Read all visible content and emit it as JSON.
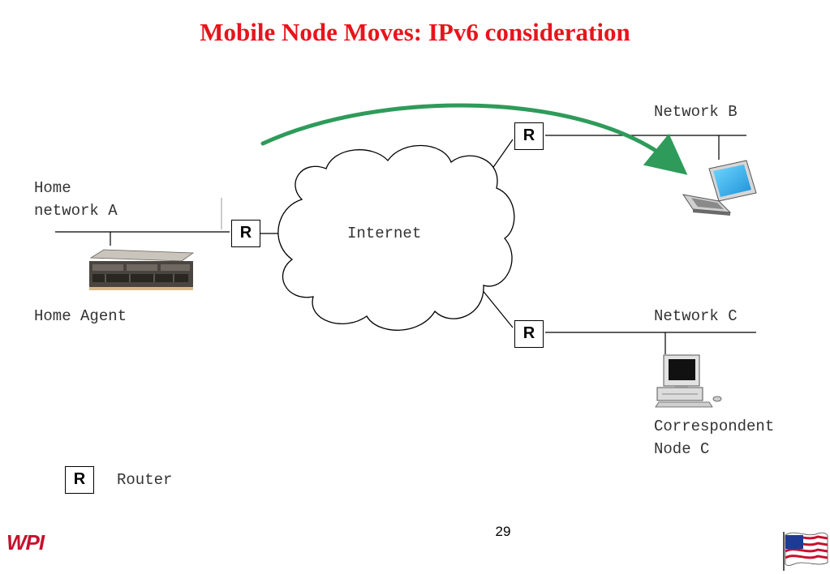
{
  "title": "Mobile Node Moves: IPv6 consideration",
  "labels": {
    "home_network": "Home\nnetwork A",
    "home_agent": "Home Agent",
    "internet": "Internet",
    "network_b": "Network B",
    "network_c": "Network C",
    "correspondent": "Correspondent\nNode C",
    "router_legend": "Router"
  },
  "router_letter": "R",
  "page_number": "29",
  "logo_text": "WPI",
  "colors": {
    "title": "#e8141b",
    "arrow": "#2e9b5a",
    "logo": "#c8102e"
  },
  "icons": [
    "server-icon",
    "laptop-icon",
    "desktop-computer-icon",
    "us-flag-icon",
    "cloud-icon"
  ]
}
